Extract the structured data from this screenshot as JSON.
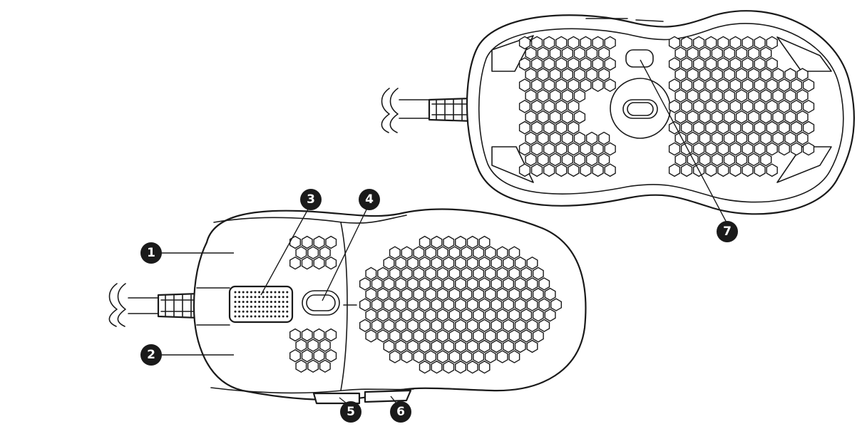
{
  "colors": {
    "ink": "#1a1a1a",
    "paper": "#ffffff"
  },
  "callouts": [
    {
      "id": "1",
      "label": "1"
    },
    {
      "id": "2",
      "label": "2"
    },
    {
      "id": "3",
      "label": "3"
    },
    {
      "id": "4",
      "label": "4"
    },
    {
      "id": "5",
      "label": "5"
    },
    {
      "id": "6",
      "label": "6"
    },
    {
      "id": "7",
      "label": "7"
    }
  ]
}
